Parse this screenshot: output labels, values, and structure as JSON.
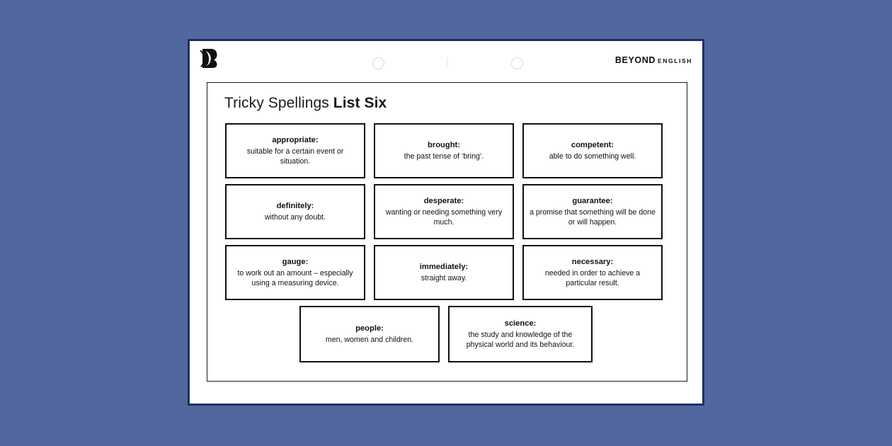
{
  "page": {
    "background_color": "#53679f",
    "slide_border_color": "#1f3064",
    "slide_background": "#ffffff"
  },
  "header": {
    "logo_name": "beyond-b-logo",
    "brand_main": "BEYOND",
    "brand_sub": "ENGLISH",
    "markers": [
      {
        "name": "header-circle-left",
        "type": "circle"
      },
      {
        "name": "header-tick-mark",
        "type": "tick"
      },
      {
        "name": "header-circle-right",
        "type": "circle"
      }
    ]
  },
  "content": {
    "title_plain": "Tricky Spellings ",
    "title_strong": "List Six",
    "cards": [
      {
        "word": "appropriate:",
        "definition": "suitable for a certain event or situation."
      },
      {
        "word": "brought:",
        "definition": "the past tense of ‘bring’."
      },
      {
        "word": "competent:",
        "definition": "able to do something well."
      },
      {
        "word": "definitely:",
        "definition": "without any doubt."
      },
      {
        "word": "desperate:",
        "definition": "wanting or needing something very much."
      },
      {
        "word": "guarantee:",
        "definition": "a promise that something will be done or will happen."
      },
      {
        "word": "gauge:",
        "definition": "to work out an amount – especially using a measuring device."
      },
      {
        "word": "immediately:",
        "definition": "straight away."
      },
      {
        "word": "necessary:",
        "definition": "needed in order to achieve a particular result."
      },
      {
        "word": "people:",
        "definition": "men, women and children."
      },
      {
        "word": "science:",
        "definition": "the study and knowledge of the physical world and its behaviour."
      }
    ]
  }
}
